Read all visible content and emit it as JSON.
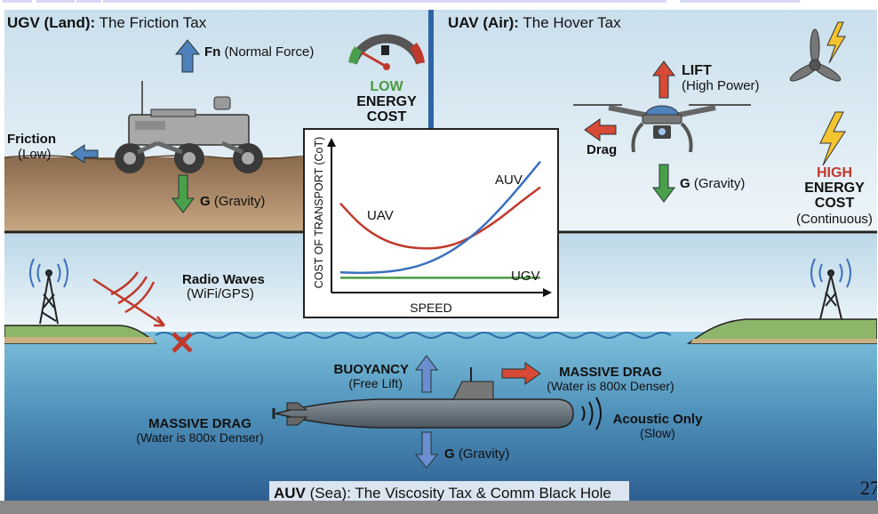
{
  "panels": {
    "ugv": {
      "title_bold": "UGV (Land):",
      "title_rest": " The Friction Tax",
      "fn_bold": "Fn",
      "fn_rest": " (Normal Force)",
      "friction_bold": "Friction",
      "friction_rest": "(Low)",
      "gravity_bold": "G",
      "gravity_rest": " (Gravity)",
      "energy_level": "LOW",
      "energy_line1": "ENERGY",
      "energy_line2": "COST"
    },
    "uav": {
      "title_bold": "UAV (Air):",
      "title_rest": " The Hover Tax",
      "lift_bold": "LIFT",
      "lift_rest": "(High Power)",
      "drag_bold": "Drag",
      "gravity_bold": "G",
      "gravity_rest": " (Gravity)",
      "energy_level": "HIGH",
      "energy_line1": "ENERGY",
      "energy_line2": "COST",
      "energy_note": "(Continuous)"
    },
    "comm": {
      "radio_bold": "Radio Waves",
      "radio_rest": "(WiFi/GPS)"
    },
    "auv": {
      "buoyancy_bold": "BUOYANCY",
      "buoyancy_rest": "(Free Lift)",
      "drag_front_bold": "MASSIVE DRAG",
      "drag_front_rest": "(Water is 800x Denser)",
      "drag_rear_bold": "MASSIVE DRAG",
      "drag_rear_rest": "(Water is 800x Denser)",
      "acoustic_bold": "Acoustic Only",
      "acoustic_rest": "(Slow)",
      "gravity_bold": "G",
      "gravity_rest": " (Gravity)",
      "caption_bold": "AUV",
      "caption_rest": " (Sea): The Viscosity Tax & Comm Black Hole"
    }
  },
  "chart_data": {
    "type": "line",
    "title": "",
    "xlabel": "SPEED",
    "ylabel": "COST OF TRANSPORT (CoT)",
    "xlim": [
      0,
      10
    ],
    "ylim": [
      0,
      10
    ],
    "grid": false,
    "series": [
      {
        "name": "UAV",
        "color": "#c0392b",
        "x": [
          0,
          1,
          2,
          3,
          4,
          5,
          6,
          7,
          8,
          9,
          10
        ],
        "y": [
          6.2,
          4.6,
          3.6,
          3.05,
          2.85,
          2.9,
          3.3,
          4.1,
          5.1,
          6.3,
          7.4
        ]
      },
      {
        "name": "AUV",
        "color": "#3a6fbf",
        "x": [
          0,
          1,
          2,
          3,
          4,
          5,
          6,
          7,
          8,
          9,
          10
        ],
        "y": [
          1.1,
          1.05,
          1.1,
          1.25,
          1.6,
          2.2,
          3.1,
          4.3,
          5.8,
          7.5,
          9.3
        ]
      },
      {
        "name": "UGV",
        "color": "#4a9a3f",
        "x": [
          0,
          10
        ],
        "y": [
          0.7,
          0.7
        ]
      }
    ]
  },
  "page_number": "27"
}
